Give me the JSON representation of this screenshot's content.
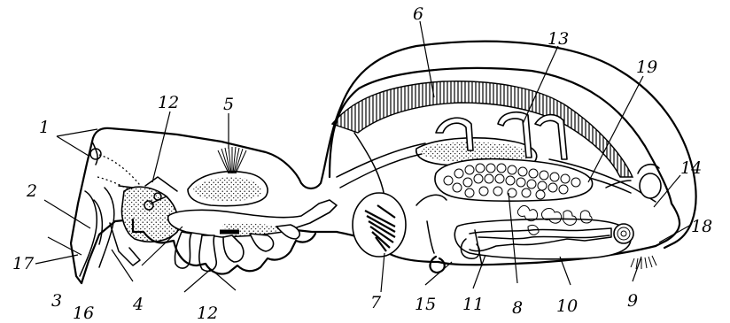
{
  "labels": {
    "l1": "1",
    "l2": "2",
    "l3": "3",
    "l4": "4",
    "l5": "5",
    "l6": "6",
    "l7": "7",
    "l8": "8",
    "l9": "9",
    "l10": "10",
    "l11": "11",
    "l12a": "12",
    "l12b": "12",
    "l13": "13",
    "l14": "14",
    "l15": "15",
    "l16": "16",
    "l17": "17",
    "l18": "18",
    "l19": "19"
  }
}
